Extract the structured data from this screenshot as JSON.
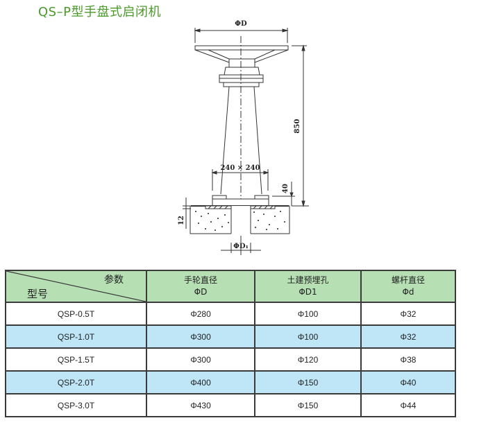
{
  "title": "QS–P型手盘式启闭机",
  "drawing": {
    "labels": {
      "handwheel_diameter": "ΦD",
      "height": "850",
      "base_size": "240 × 240",
      "base_plate_thickness": "40",
      "embed_depth": "12",
      "embed_hole": "ΦD₁"
    }
  },
  "table": {
    "corner": {
      "top_right": "参数",
      "bottom_left": "型号"
    },
    "columns": [
      {
        "line1": "手轮直径",
        "line2": "ΦD"
      },
      {
        "line1": "土建预埋孔",
        "line2": "ΦD1"
      },
      {
        "line1": "螺杆直径",
        "line2": "Φd"
      }
    ],
    "rows": [
      {
        "model": "QSP-0.5T",
        "D": "Φ280",
        "D1": "Φ100",
        "d": "Φ32"
      },
      {
        "model": "QSP-1.0T",
        "D": "Φ300",
        "D1": "Φ100",
        "d": "Φ32"
      },
      {
        "model": "QSP-1.5T",
        "D": "Φ300",
        "D1": "Φ120",
        "d": "Φ38"
      },
      {
        "model": "QSP-2.0T",
        "D": "Φ400",
        "D1": "Φ150",
        "d": "Φ40"
      },
      {
        "model": "QSP-3.0T",
        "D": "Φ430",
        "D1": "Φ150",
        "d": "Φ44"
      }
    ]
  },
  "colors": {
    "title": "#4a9a2a",
    "header_bg": "#b6dfb4",
    "alt_row_bg": "#bee6f7",
    "border": "#3a3a3a"
  }
}
